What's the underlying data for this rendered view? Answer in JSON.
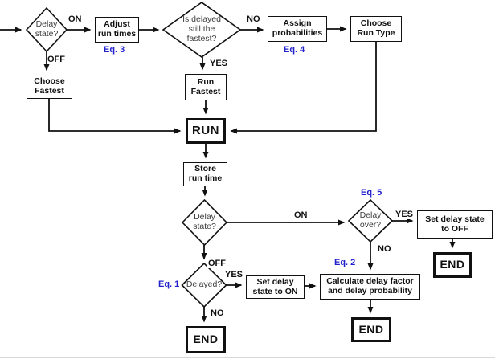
{
  "diagram_type": "flowchart",
  "colors": {
    "line": "#111111",
    "equation_label_blue": "#2222cc",
    "node_fill": "#ffffff"
  },
  "nodes": {
    "delay_state_top": {
      "type": "decision",
      "label": "Delay\nstate?"
    },
    "adjust_run_times": {
      "type": "process",
      "label": "Adjust\nrun times"
    },
    "is_delayed_fastest": {
      "type": "decision",
      "label": "Is delayed\nstill the\nfastest?"
    },
    "assign_probabilities": {
      "type": "process",
      "label": "Assign\nprobabilities"
    },
    "choose_run_type": {
      "type": "process",
      "label": "Choose\nRun Type"
    },
    "choose_fastest": {
      "type": "process",
      "label": "Choose\nFastest"
    },
    "run_fastest": {
      "type": "process",
      "label": "Run\nFastest"
    },
    "run": {
      "type": "terminal",
      "label": "RUN"
    },
    "store_run_time": {
      "type": "process",
      "label": "Store\nrun time"
    },
    "delay_state_bottom": {
      "type": "decision",
      "label": "Delay\nstate?"
    },
    "delay_over": {
      "type": "decision",
      "label": "Delay\nover?"
    },
    "set_delay_off": {
      "type": "process",
      "label": "Set delay state\nto OFF"
    },
    "end_right": {
      "type": "terminal",
      "label": "END"
    },
    "delayed": {
      "type": "decision",
      "label": "Delayed?"
    },
    "set_delay_on": {
      "type": "process",
      "label": "Set delay\nstate to ON"
    },
    "calculate_delay": {
      "type": "process",
      "label": "Calculate delay factor\nand delay probability"
    },
    "end_middle": {
      "type": "terminal",
      "label": "END"
    },
    "end_left": {
      "type": "terminal",
      "label": "END"
    }
  },
  "edge_labels": {
    "on_top": "ON",
    "off_top": "OFF",
    "no_top": "NO",
    "yes_top": "YES",
    "on_bottom": "ON",
    "yes_delay_over": "YES",
    "no_delay_over": "NO",
    "off_bottom": "OFF",
    "yes_delayed": "YES",
    "no_delayed": "NO"
  },
  "equations": {
    "eq1": "Eq. 1",
    "eq2": "Eq. 2",
    "eq3": "Eq. 3",
    "eq4": "Eq. 4",
    "eq5": "Eq. 5"
  }
}
